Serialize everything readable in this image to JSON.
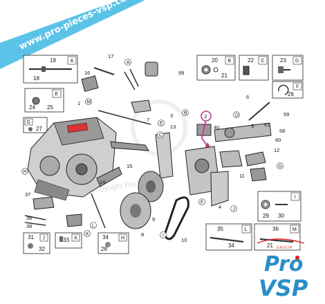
{
  "banner": {
    "text": "www.pro-pieces-vsp.com",
    "color": "#5bc3e8"
  },
  "logo": {
    "word1": "Pro",
    "word2": "VSP",
    "group": "GROUP",
    "color": "#2a8fc8",
    "accent": "#e2231a"
  },
  "watermark": "Copyright Pro VSP",
  "highlight_color": "#c0398b",
  "part_boxes": [
    {
      "id": "A",
      "parts": [
        "19",
        "18"
      ]
    },
    {
      "id": "B",
      "parts": [
        "20",
        "21"
      ]
    },
    {
      "id": "C",
      "parts": [
        "22"
      ]
    },
    {
      "id": "D",
      "parts": [
        "23"
      ]
    },
    {
      "id": "E",
      "parts": [
        "24",
        "25"
      ]
    },
    {
      "id": "F",
      "parts": [
        "26"
      ]
    },
    {
      "id": "G",
      "parts": [
        "27"
      ]
    },
    {
      "id": "H",
      "parts": [
        "28",
        "34"
      ]
    },
    {
      "id": "I",
      "parts": [
        "29",
        "30"
      ]
    },
    {
      "id": "J",
      "parts": [
        "31",
        "32"
      ]
    },
    {
      "id": "K",
      "parts": [
        "33"
      ]
    },
    {
      "id": "L",
      "parts": [
        "35",
        "34"
      ]
    },
    {
      "id": "M",
      "parts": [
        "36",
        "21"
      ]
    }
  ],
  "callouts": [
    "1",
    "2",
    "3",
    "4",
    "5",
    "6",
    "7",
    "8",
    "9",
    "10",
    "11",
    "12",
    "13",
    "14",
    "15",
    "16",
    "17",
    "37",
    "38",
    "39",
    "40",
    "58",
    "59",
    "60",
    "61",
    "99"
  ],
  "letter_callouts": [
    "A",
    "B",
    "C",
    "D",
    "E",
    "F",
    "G",
    "H",
    "I",
    "J",
    "K",
    "L",
    "M"
  ]
}
